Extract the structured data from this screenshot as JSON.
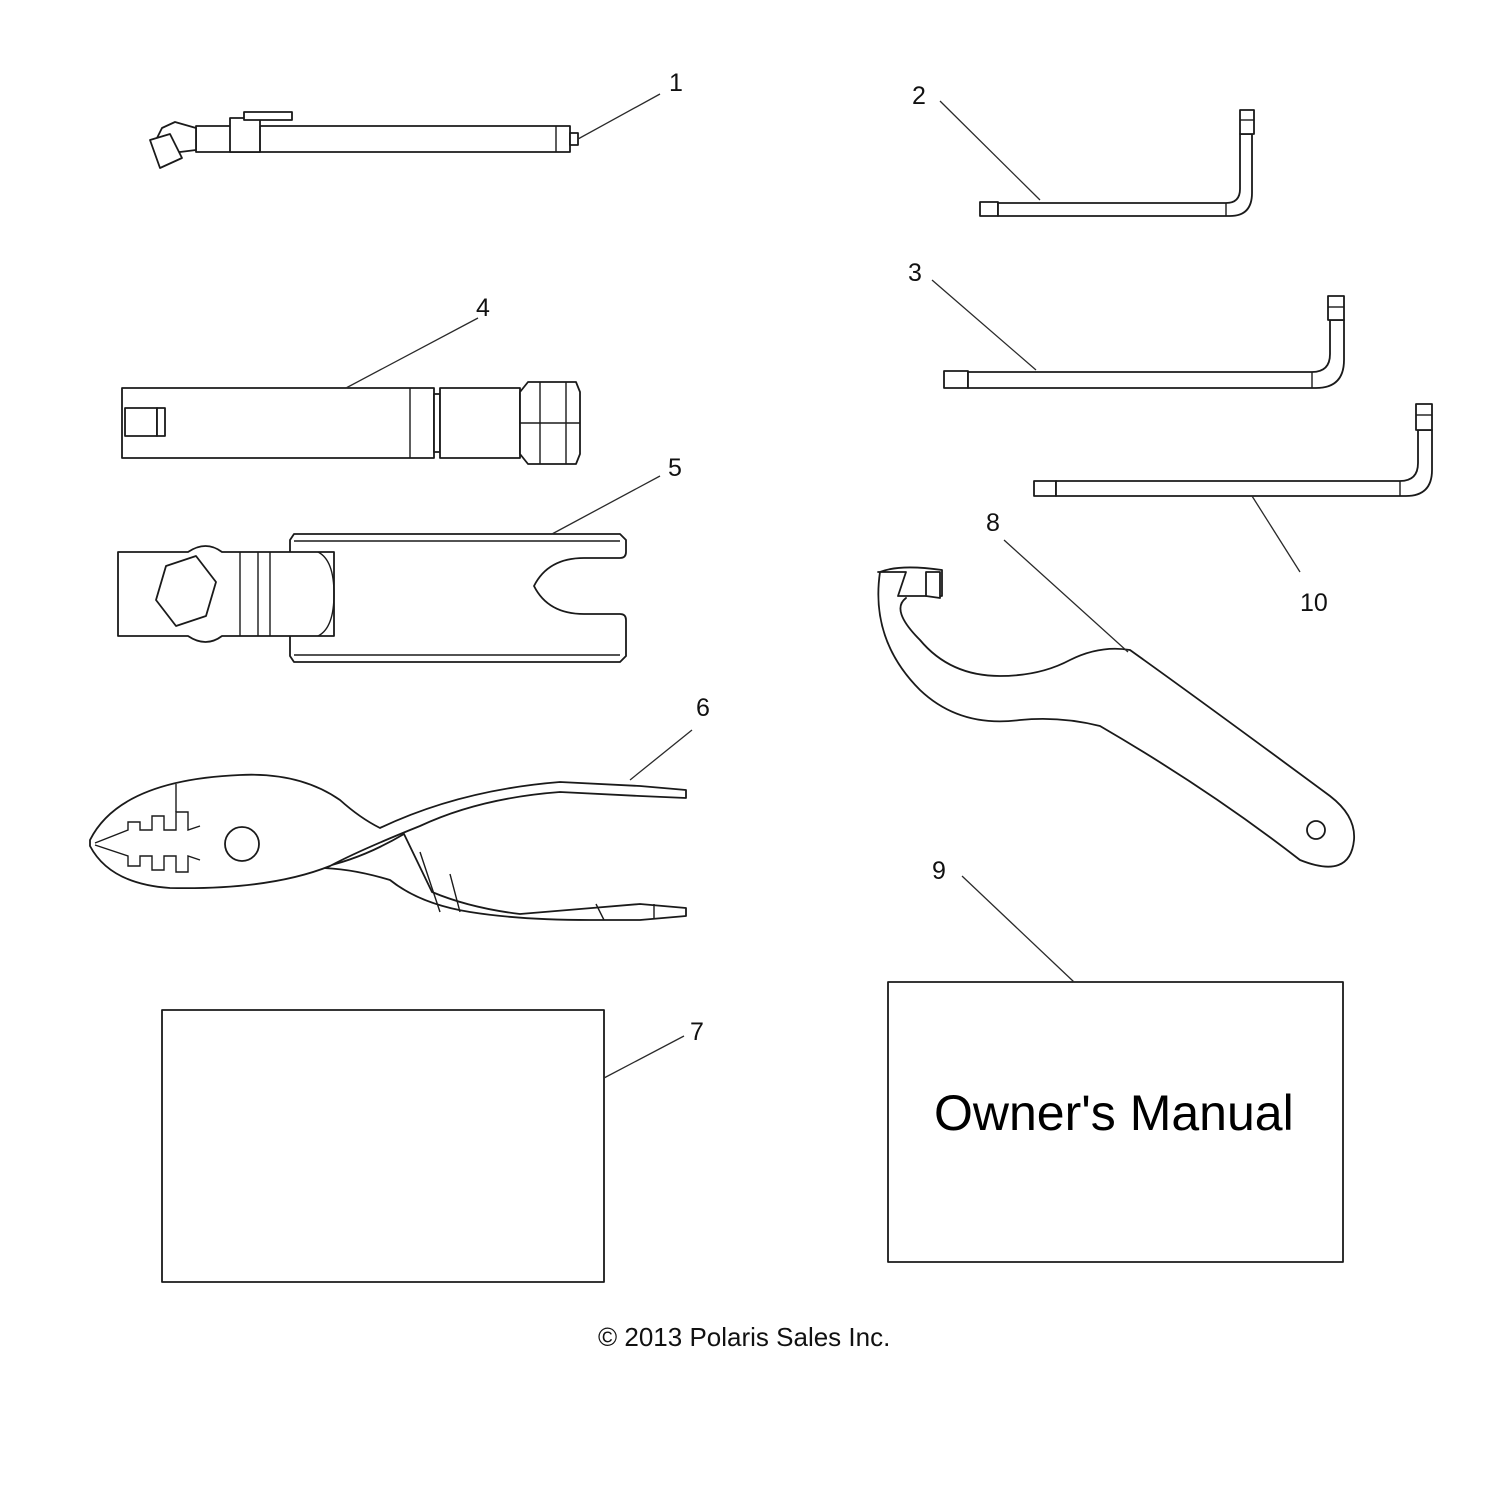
{
  "callouts": {
    "c1": "1",
    "c2": "2",
    "c3": "3",
    "c4": "4",
    "c5": "5",
    "c6": "6",
    "c7": "7",
    "c8": "8",
    "c9": "9",
    "c10": "10"
  },
  "manual": {
    "title": "Owner's Manual"
  },
  "footer": {
    "copyright": "© 2013 Polaris Sales Inc."
  }
}
